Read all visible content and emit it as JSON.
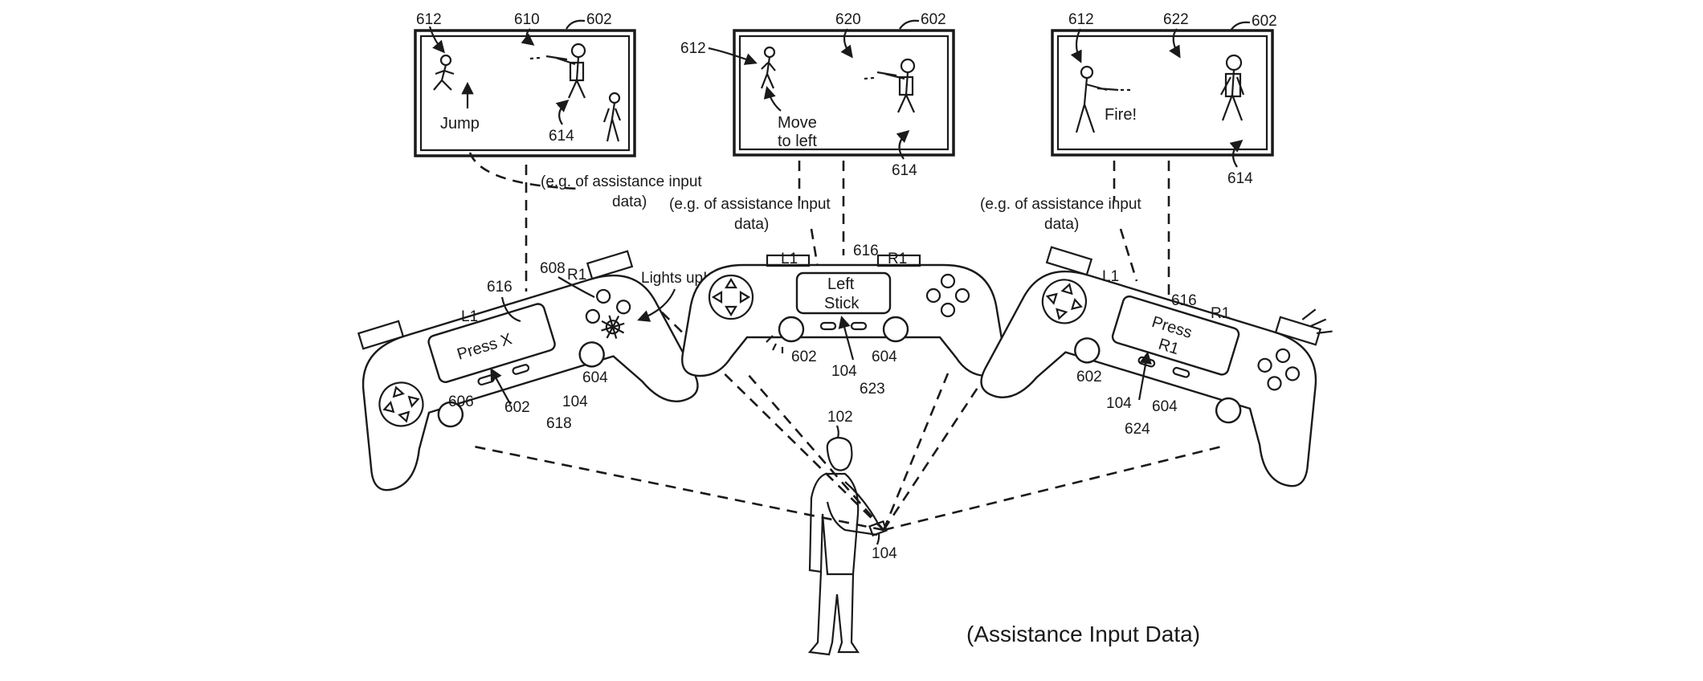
{
  "caption": "(Assistance Input Data)",
  "user": {
    "ref": "102",
    "controller_ref": "104"
  },
  "displays": [
    {
      "ref_display": "602",
      "ref_scene": "610",
      "ref_avatar": "612",
      "ref_enemy": "614",
      "hint": "Jump",
      "note_line1": "(e.g. of assistance input",
      "note_line2": "data)"
    },
    {
      "ref_display": "602",
      "ref_scene": "620",
      "ref_avatar": "612",
      "ref_enemy": "614",
      "hint_line1": "Move",
      "hint_line2": "to left",
      "note_line1": "(e.g. of assistance input",
      "note_line2": "data)"
    },
    {
      "ref_display": "602",
      "ref_scene": "622",
      "ref_avatar": "612",
      "ref_enemy": "614",
      "hint": "Fire!",
      "note_line1": "(e.g. of assistance input",
      "note_line2": "data)"
    }
  ],
  "controllers": [
    {
      "screen_line1": "Press X",
      "label_l1": "L1",
      "label_r1": "R1",
      "callout": "Lights up!",
      "refs": {
        "screen": "616",
        "button": "608",
        "dpad": "606",
        "left_stick": "602",
        "right_stick": "604",
        "controller": "104",
        "arrow": "618"
      }
    },
    {
      "screen_line1": "Left",
      "screen_line2": "Stick",
      "label_l1": "L1",
      "label_r1": "R1",
      "refs": {
        "screen": "616",
        "left_stick": "602",
        "right_stick": "604",
        "controller": "104",
        "arrow": "623"
      }
    },
    {
      "screen_line1": "Press",
      "screen_line2": "R1",
      "label_l1": "L1",
      "label_r1": "R1",
      "refs": {
        "screen": "616",
        "left_stick": "602",
        "right_stick": "604",
        "controller": "104",
        "arrow": "624"
      }
    }
  ]
}
